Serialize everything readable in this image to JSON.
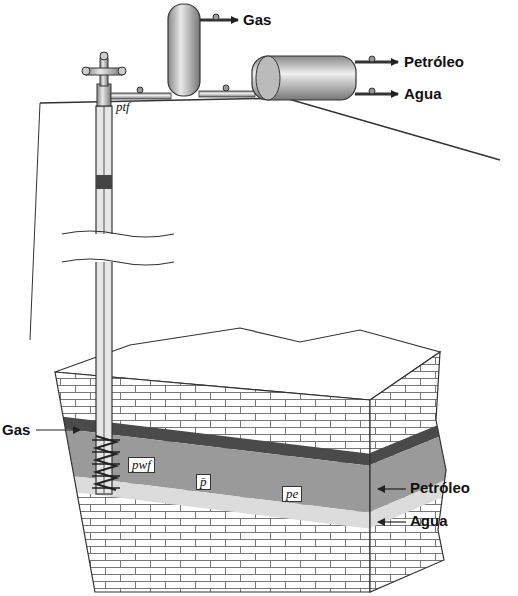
{
  "diagram": {
    "labels": [
      "Gas",
      "Petróleo",
      "Agua",
      "ptf",
      "Gas",
      "pwf",
      "p̄",
      "pe",
      "Petróleo",
      "Agua"
    ]
  }
}
